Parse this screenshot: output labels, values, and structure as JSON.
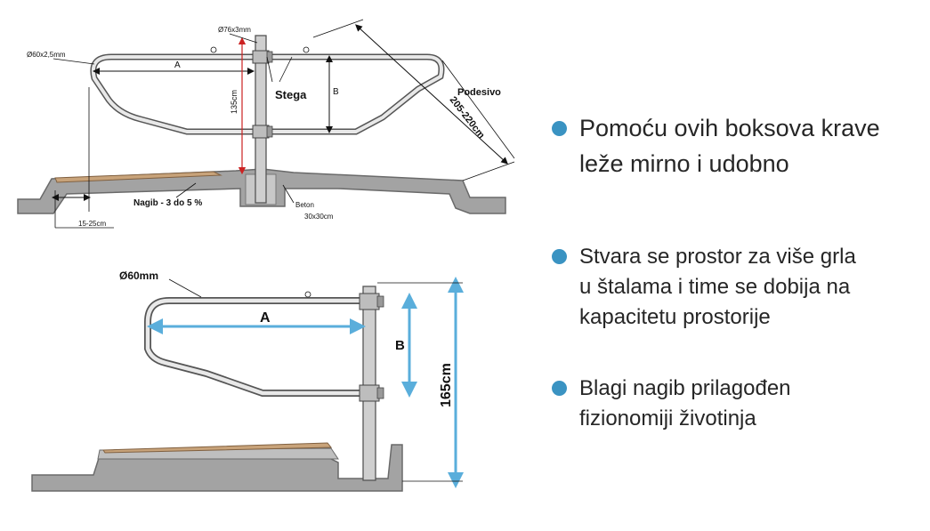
{
  "top_diagram": {
    "pipe_label": "Ø60x2,5mm",
    "post_label": "Ø76x3mm",
    "dim_a": "A",
    "dim_b": "B",
    "height_label": "135cm",
    "clamp_label": "Stega",
    "adjustable_label": "Podesivo",
    "length_label": "205-220cm",
    "slope_label": "Nagib - 3 do 5 %",
    "curb_label": "15-25cm",
    "concrete_label": "Beton",
    "concrete_size": "30x30cm"
  },
  "bottom_diagram": {
    "pipe_label": "Ø60mm",
    "dim_a": "A",
    "dim_b": "B",
    "height_label": "165cm"
  },
  "bullets": [
    {
      "lines": [
        "Pomoću ovih boksova krave",
        "leže mirno i udobno"
      ]
    },
    {
      "lines": [
        "Stvara se prostor za više grla",
        "u štalama i time se dobija na",
        "kapacitetu prostorije"
      ]
    },
    {
      "lines": [
        "Blagi nagib prilagođen",
        "fizionomiji životinja"
      ]
    }
  ],
  "colors": {
    "bullet": "#3a93c2",
    "arrow": "#5aaedb",
    "concrete": "#9a9a9a",
    "dim_red": "#cc2222"
  }
}
